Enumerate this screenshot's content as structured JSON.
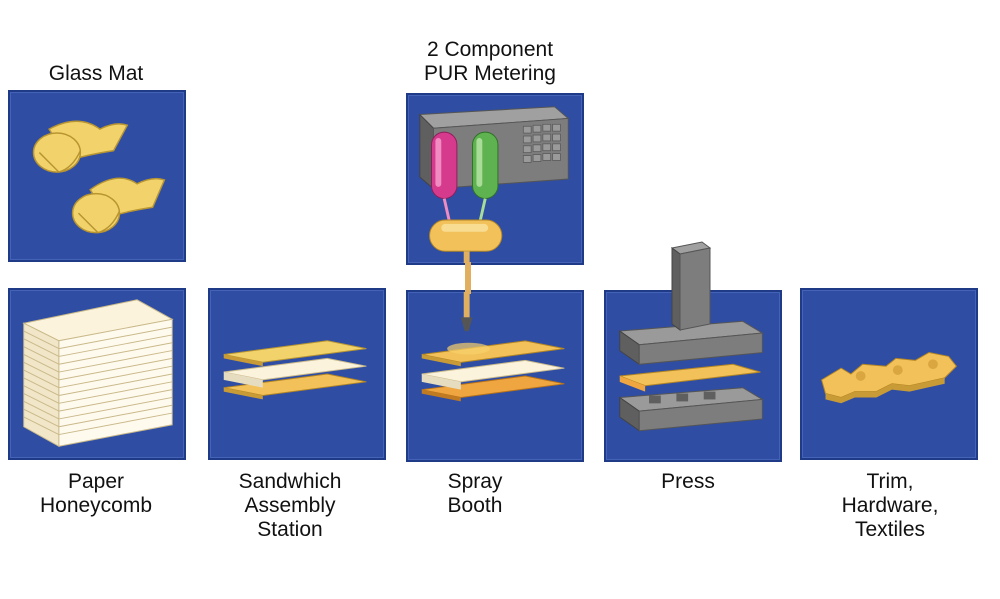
{
  "labels": {
    "glass_mat": "Glass Mat",
    "metering": "2 Component\nPUR Metering",
    "paper_honeycomb": "Paper\nHoneycomb",
    "assembly": "Sandwhich\nAssembly\nStation",
    "spray_booth": "Spray\nBooth",
    "press": "Press",
    "trim": "Trim,\nHardware,\nTextiles"
  },
  "colors": {
    "panel": "#2f4ea3",
    "mat": "#f2d36b",
    "core": "#fbf3dc",
    "spray_layer": "#f0a640",
    "steel": "#7d7d7d",
    "tank_a": "#d63a8d",
    "tank_b": "#5fb250"
  }
}
